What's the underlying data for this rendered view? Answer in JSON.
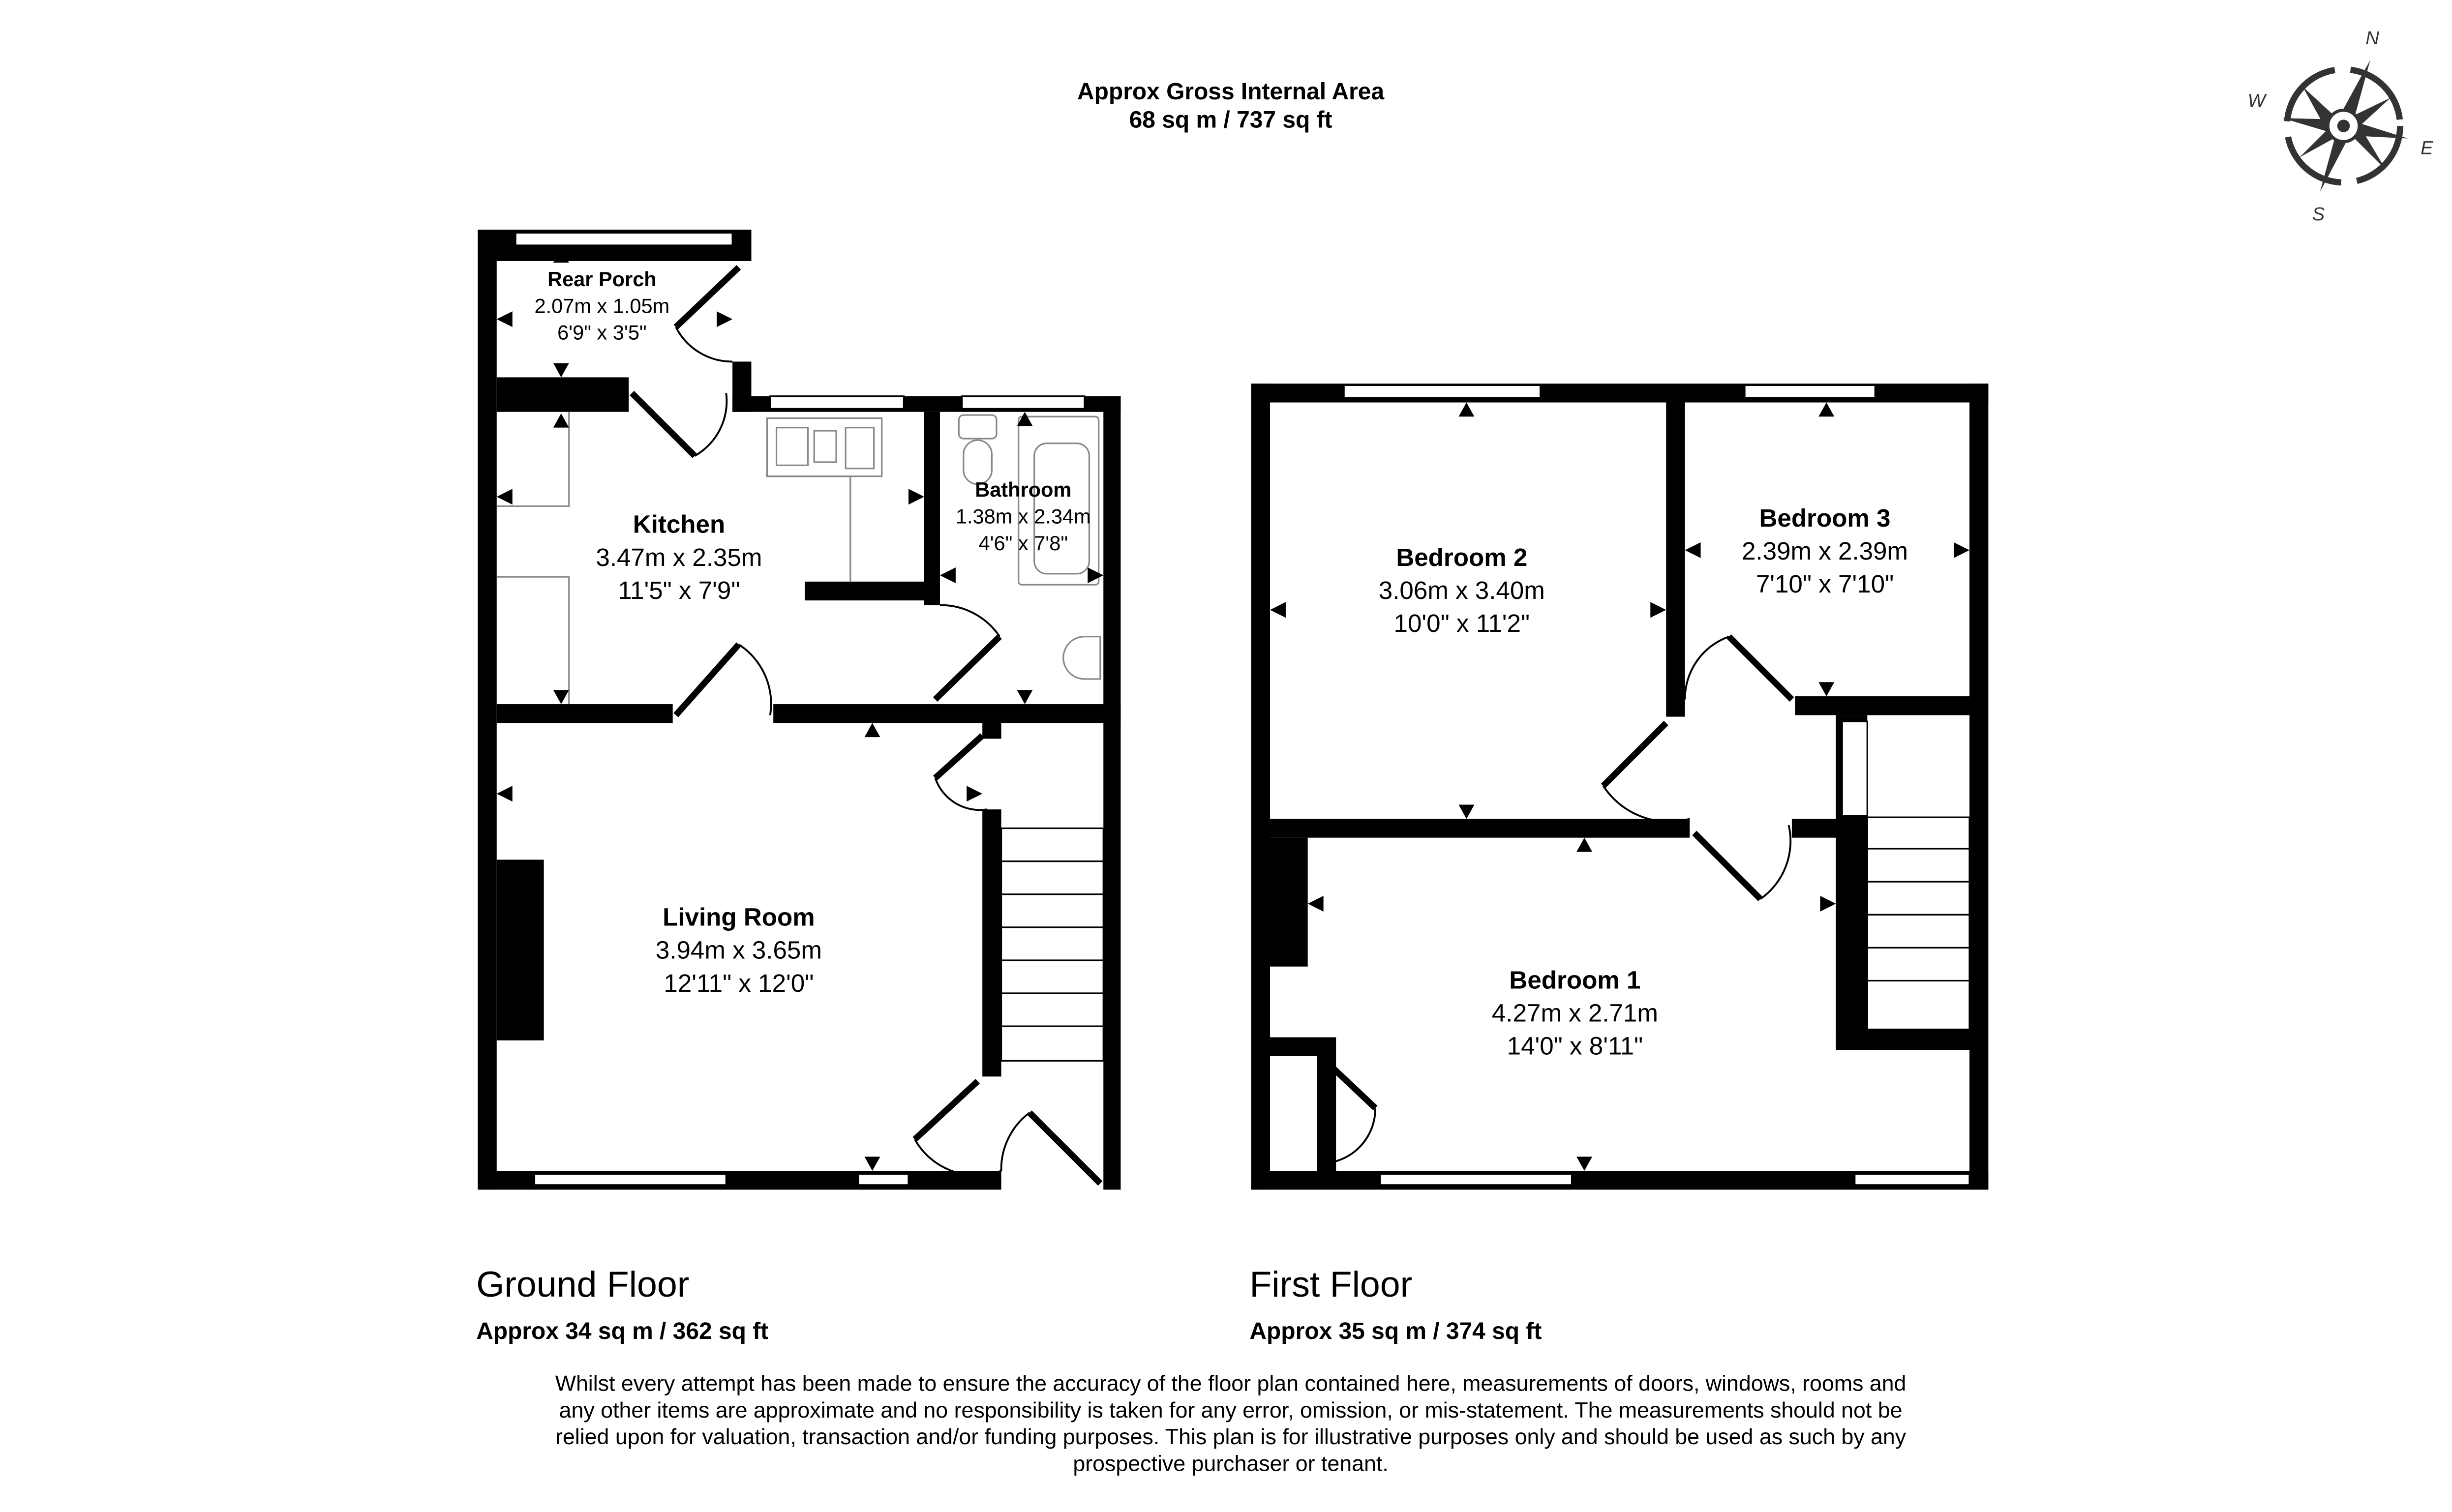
{
  "header": {
    "title": "Approx Gross Internal Area",
    "area": "68 sq m / 737 sq ft"
  },
  "compass": {
    "n": "N",
    "e": "E",
    "s": "S",
    "w": "W",
    "color": "#333333"
  },
  "ground_floor": {
    "name": "Ground Floor",
    "area": "Approx 34 sq m / 362 sq ft",
    "rooms": [
      {
        "name": "Rear Porch",
        "metric": "2.07m x 1.05m",
        "imperial": "6'9\" x 3'5\""
      },
      {
        "name": "Kitchen",
        "metric": "3.47m x 2.35m",
        "imperial": "11'5\" x 7'9\""
      },
      {
        "name": "Bathroom",
        "metric": "1.38m x 2.34m",
        "imperial": "4'6\" x 7'8\""
      },
      {
        "name": "Living Room",
        "metric": "3.94m x 3.65m",
        "imperial": "12'11\" x 12'0\""
      }
    ]
  },
  "first_floor": {
    "name": "First Floor",
    "area": "Approx 35 sq m / 374 sq ft",
    "rooms": [
      {
        "name": "Bedroom 2",
        "metric": "3.06m x 3.40m",
        "imperial": "10'0\" x 11'2\""
      },
      {
        "name": "Bedroom 3",
        "metric": "2.39m x 2.39m",
        "imperial": "7'10\" x 7'10\""
      },
      {
        "name": "Bedroom 1",
        "metric": "4.27m x 2.71m",
        "imperial": "14'0\" x 8'11\""
      }
    ]
  },
  "disclaimer": [
    "Whilst every attempt has been made to ensure the accuracy of the floor plan contained here, measurements of doors, windows, rooms and",
    "any other items are approximate and no responsibility is taken for any error, omission, or mis-statement. The measurements should not be",
    "relied upon for valuation, transaction and/or funding purposes. This plan is for illustrative purposes only and should be used as such by any",
    "prospective purchaser or tenant."
  ]
}
